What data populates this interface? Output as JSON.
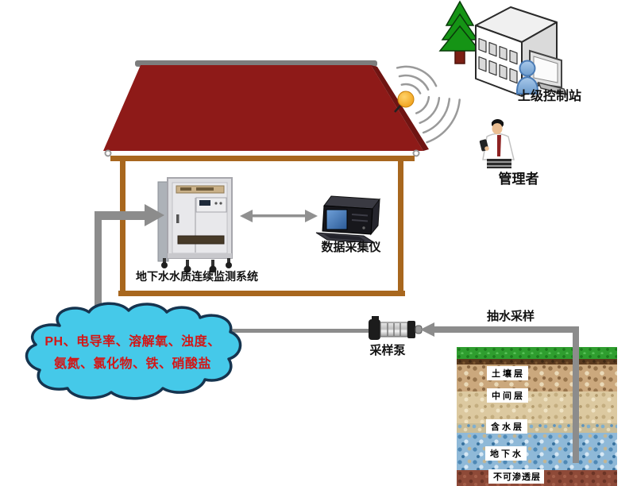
{
  "diagram": {
    "station_label": "上级控制站",
    "manager_label": "管理者",
    "monitoring_system_label": "地下水水质连续监测系统",
    "data_collector_label": "数据采集仪",
    "pump_label": "采样泵",
    "sampling_label": "抽水采样",
    "cloud_line1": "PH、电导率、溶解氧、浊度、",
    "cloud_line2": "氨氮、氯化物、铁、硝酸盐"
  },
  "soil": {
    "layers": [
      {
        "label": "土壤层"
      },
      {
        "label": "中间层"
      },
      {
        "label": "含水层"
      },
      {
        "label": "地下水"
      },
      {
        "label": "不可渗透层"
      }
    ]
  },
  "colors": {
    "roof_red": "#8e1a18",
    "house_frame_brown": "#a8671e",
    "cloud_fill": "#45c9e9",
    "cloud_text_red": "#d31616",
    "pipe_gray": "#8c8c8c",
    "antenna_orange": "#f5a623",
    "grass_green": "#2f9e2f",
    "groundwater_blue": "#8fb9d8"
  }
}
